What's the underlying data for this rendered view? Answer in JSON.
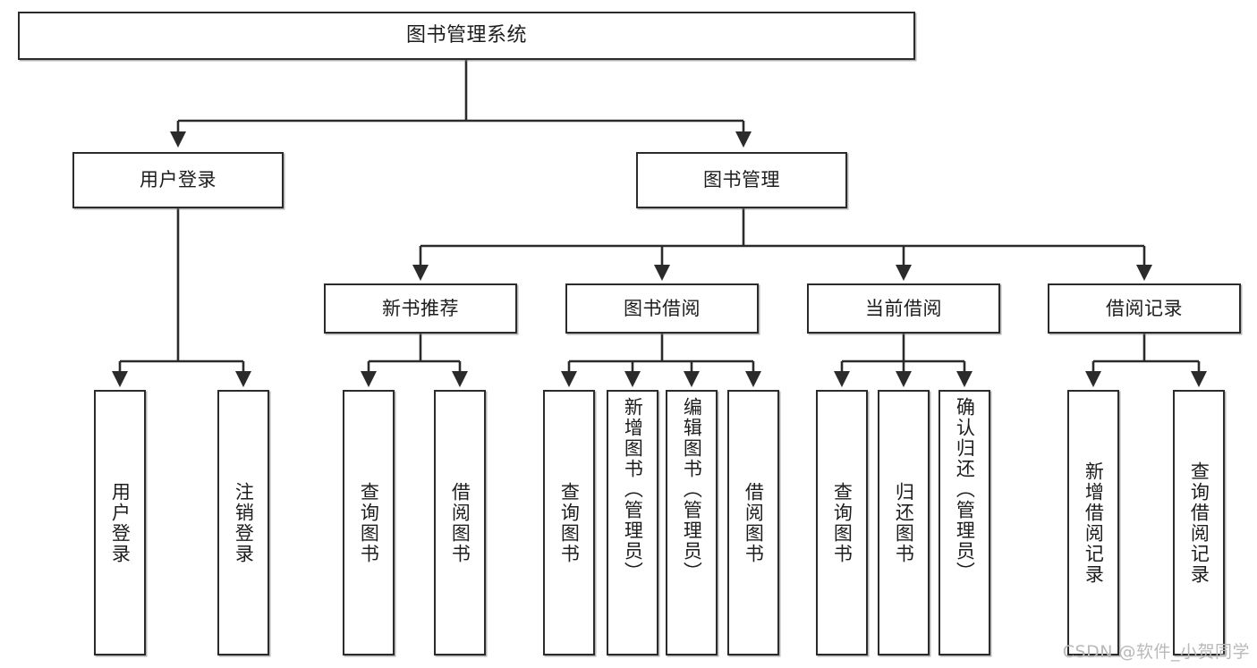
{
  "diagram": {
    "type": "tree",
    "title": "图书管理系统",
    "orientation": "top-down",
    "colors": {
      "box_border": "#2b2b2b",
      "box_fill": "#ffffff",
      "connector": "#2b2b2b",
      "watermark": "#b9b9b9",
      "background": "#ffffff"
    },
    "root": {
      "label": "图书管理系统"
    },
    "level2": [
      {
        "label": "用户登录"
      },
      {
        "label": "图书管理"
      }
    ],
    "level3": [
      {
        "label": "新书推荐"
      },
      {
        "label": "图书借阅"
      },
      {
        "label": "当前借阅"
      },
      {
        "label": "借阅记录"
      }
    ],
    "leaves": {
      "user_login": [
        {
          "label": "用户登录"
        },
        {
          "label": "注销登录"
        }
      ],
      "new_book_recommend": [
        {
          "label": "查询图书"
        },
        {
          "label": "借阅图书"
        }
      ],
      "book_borrow": [
        {
          "label": "查询图书"
        },
        {
          "label": "新增图书（管理员）"
        },
        {
          "label": "编辑图书（管理员）"
        },
        {
          "label": "借阅图书"
        }
      ],
      "current_borrow": [
        {
          "label": "查询图书"
        },
        {
          "label": "归还图书"
        },
        {
          "label": "确认归还（管理员）"
        }
      ],
      "borrow_record": [
        {
          "label": "新增借阅记录"
        },
        {
          "label": "查询借阅记录"
        }
      ]
    }
  },
  "watermark": {
    "text": "CSDN @软件_小贺同学"
  }
}
